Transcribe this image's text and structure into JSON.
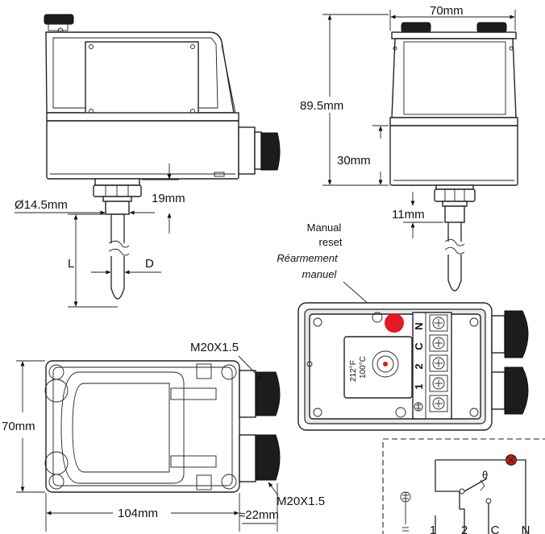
{
  "dimensions": {
    "width_top": "70mm",
    "height_total": "89.5mm",
    "height_case": "30mm",
    "stem_length": "11mm",
    "probe_diameter": "Ø14.5mm",
    "nut_height": "19mm",
    "length_L": "L",
    "diameter_D": "D",
    "width_bottom": "70mm",
    "length_bottom": "104mm",
    "gland_projection": "≈22mm",
    "gland_top": "M20X1.5",
    "gland_bottom": "M20X1.5"
  },
  "manual_reset": {
    "line1": "Manual",
    "line2": "reset",
    "line3_fr": "Réarmement",
    "line4_fr": "manuel"
  },
  "dial": {
    "fahrenheit": "212°F",
    "celsius": "100°C"
  },
  "terminals": {
    "n": "N",
    "c": "C",
    "t2": "2",
    "t1": "1"
  },
  "schematic": {
    "theta": "θ",
    "labels": [
      "1",
      "2",
      "C",
      "N"
    ]
  },
  "colors": {
    "reset_button": "#e01b24",
    "indicator_lamp": "#d01818"
  }
}
